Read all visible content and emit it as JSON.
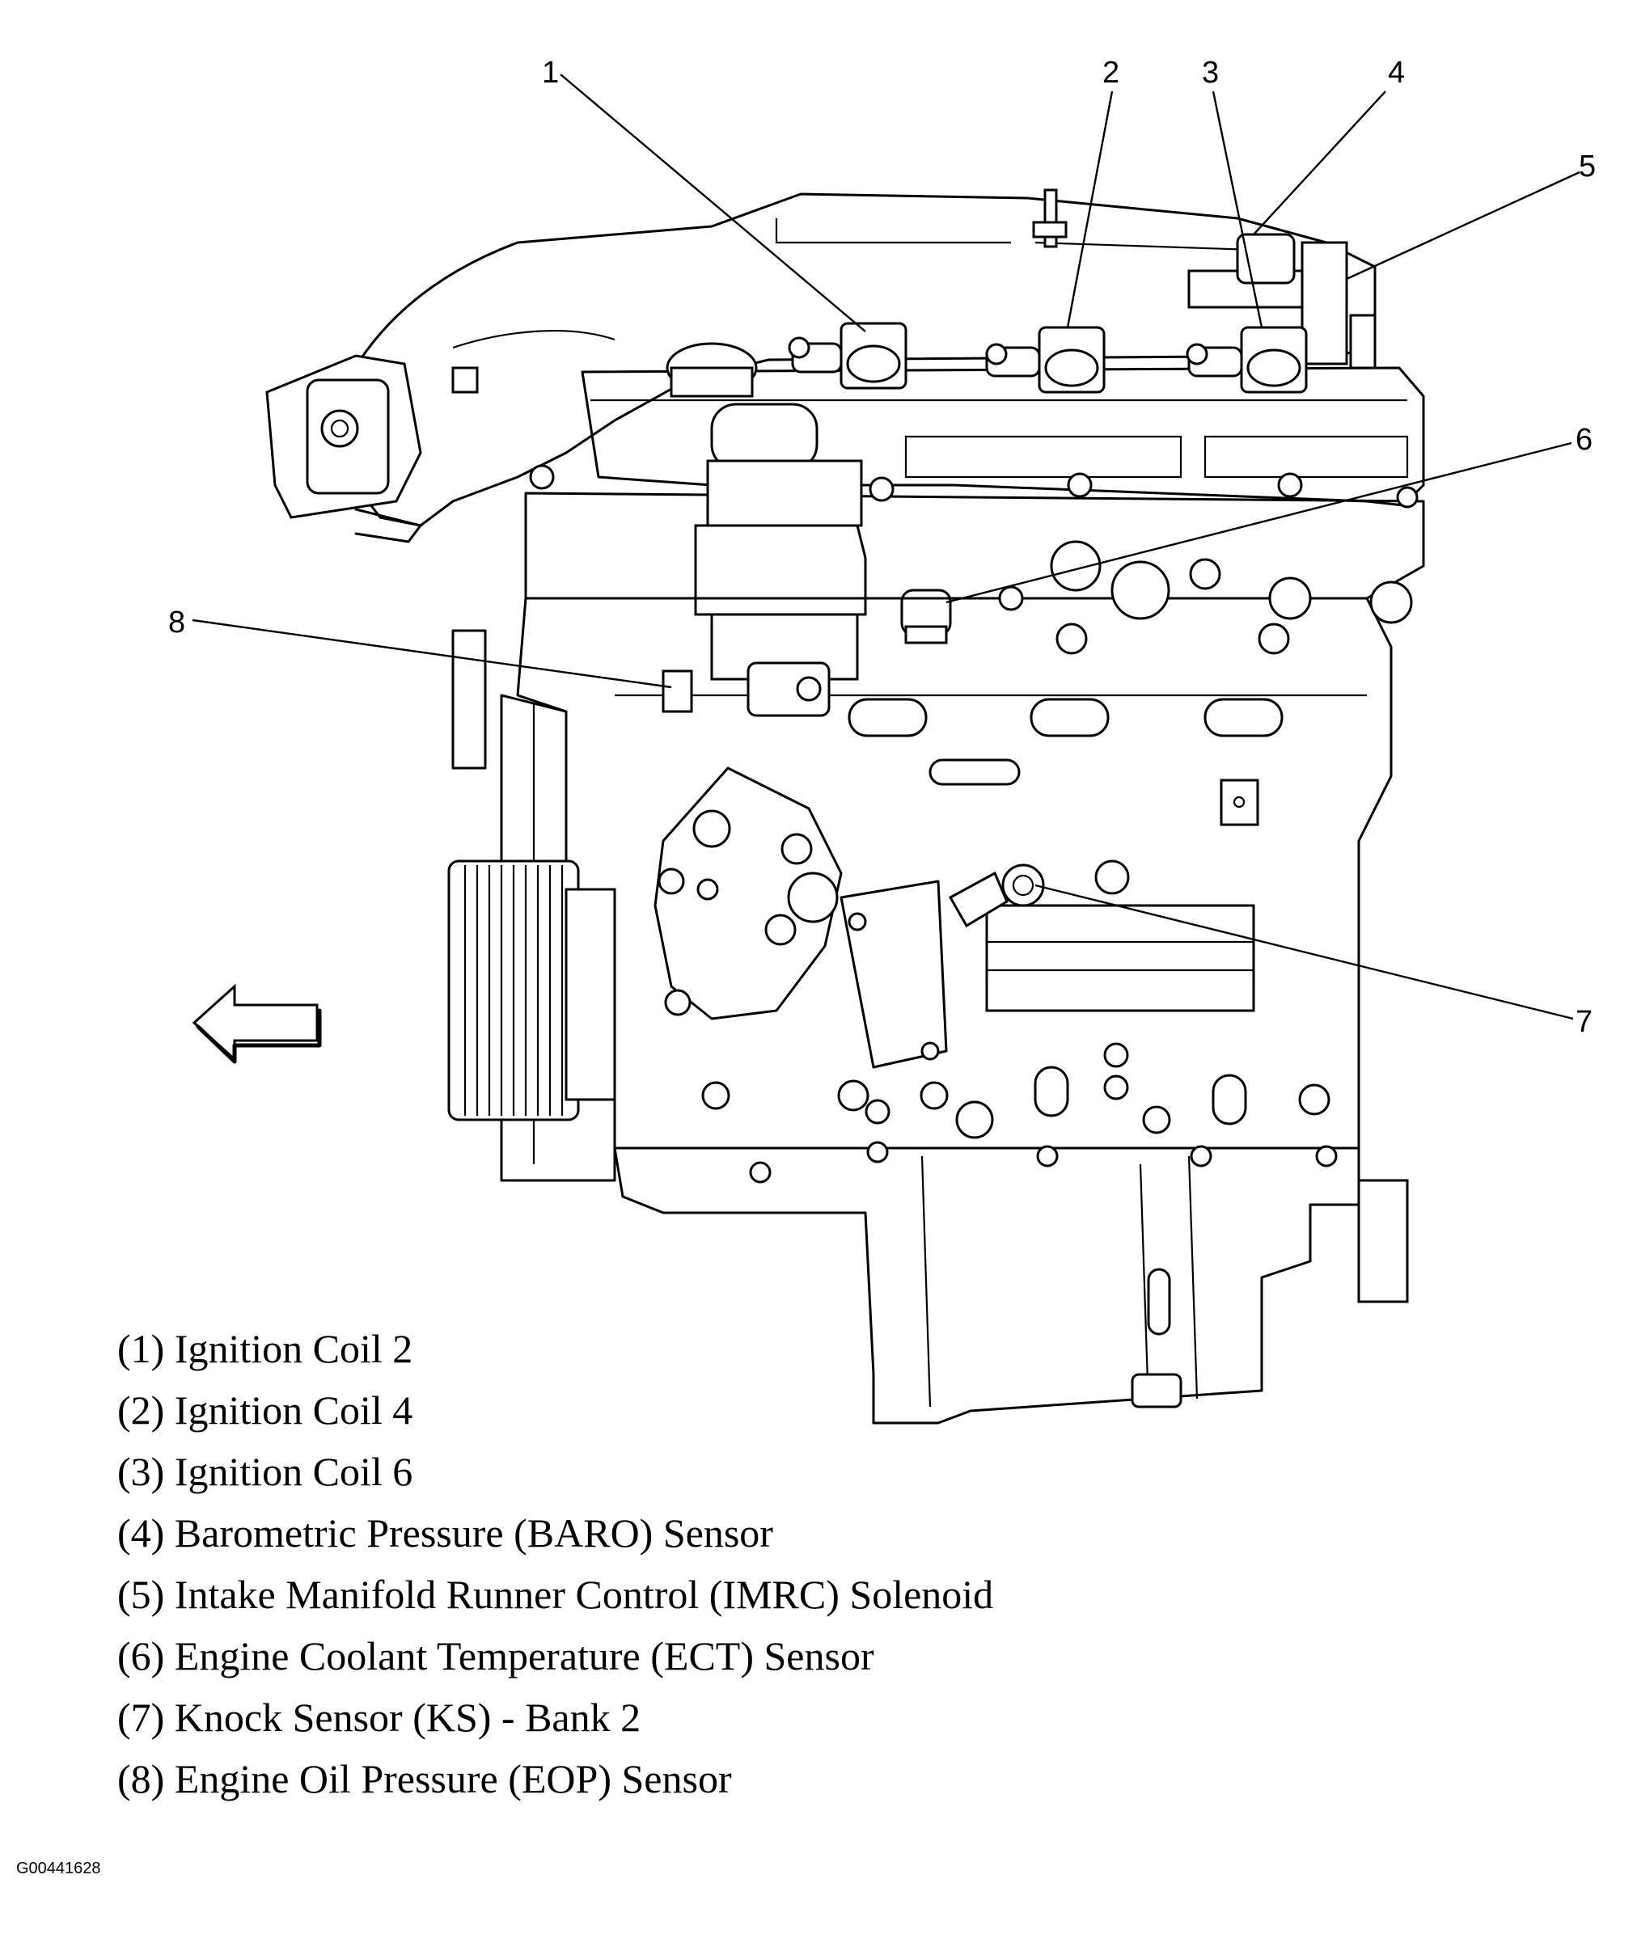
{
  "callouts": [
    {
      "num": "1",
      "label": "Ignition Coil 2"
    },
    {
      "num": "2",
      "label": "Ignition Coil 4"
    },
    {
      "num": "3",
      "label": "Ignition Coil 6"
    },
    {
      "num": "4",
      "label": "Barometric Pressure (BARO) Sensor"
    },
    {
      "num": "5",
      "label": "Intake Manifold Runner Control (IMRC) Solenoid"
    },
    {
      "num": "6",
      "label": "Engine Coolant Temperature (ECT) Sensor"
    },
    {
      "num": "7",
      "label": "Knock Sensor (KS) - Bank 2"
    },
    {
      "num": "8",
      "label": "Engine Oil Pressure (EOP) Sensor"
    }
  ],
  "legend": [
    "(1) Ignition Coil 2",
    "(2) Ignition Coil 4",
    "(3) Ignition Coil 6",
    "(4) Barometric Pressure (BARO) Sensor",
    "(5) Intake Manifold Runner Control (IMRC) Solenoid",
    "(6) Engine Coolant Temperature (ECT) Sensor",
    "(7) Knock Sensor (KS) - Bank 2",
    "(8) Engine Oil Pressure (EOP) Sensor"
  ],
  "figure_id": "G00441628",
  "icons": {
    "direction_arrow": "arrow-left-icon"
  }
}
